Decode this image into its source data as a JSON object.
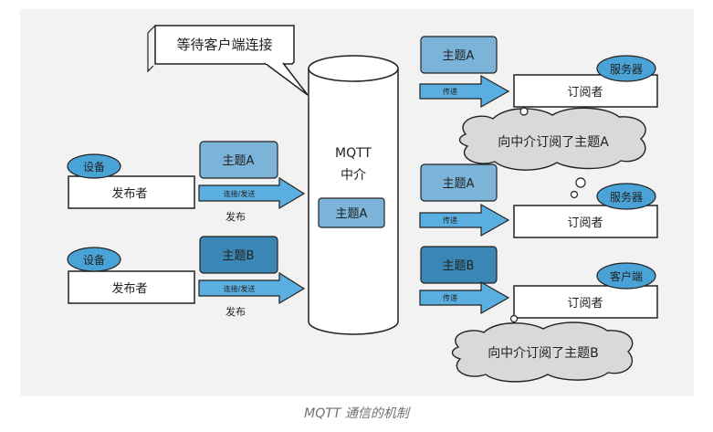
{
  "caption": "MQTT 通信的机制",
  "broker": {
    "name_line1": "MQTT",
    "name_line2": "中介",
    "inner_topic": "主题A",
    "waiting_bubble": "等待客户端连接"
  },
  "publishers": [
    {
      "tag": "设备",
      "label": "发布者",
      "topic": "主题A",
      "arrow_text": "连接/发送",
      "under_text": "发布"
    },
    {
      "tag": "设备",
      "label": "发布者",
      "topic": "主题B",
      "arrow_text": "连接/发送",
      "under_text": "发布"
    }
  ],
  "subscribers": [
    {
      "tag": "服务器",
      "label": "订阅者",
      "topic": "主题A",
      "arrow_text": "传递",
      "thought": "向中介订阅了主题A"
    },
    {
      "tag": "服务器",
      "label": "订阅者",
      "topic": "主题A",
      "arrow_text": "传递",
      "thought": ""
    },
    {
      "tag": "客户端",
      "label": "订阅者",
      "topic": "主题B",
      "arrow_text": "传递",
      "thought": "向中介订阅了主题B"
    }
  ],
  "colors": {
    "topicA": "#7bb3d9",
    "topicB": "#3a86b5",
    "arrow": "#5aaee0",
    "tag": "#4aa3d6",
    "cloud": "#d9d9d9"
  }
}
